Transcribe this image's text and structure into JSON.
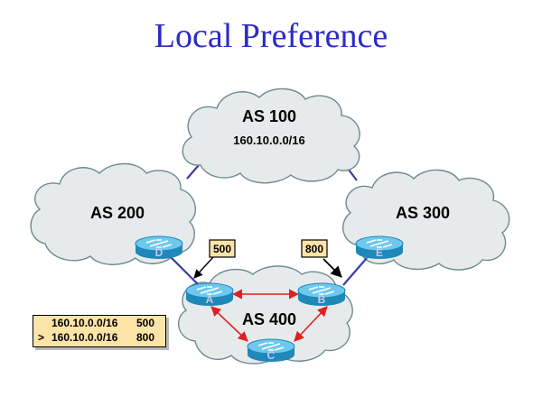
{
  "title": "Local Preference",
  "autonomous_systems": [
    {
      "id": "as100",
      "label": "AS 100",
      "prefix": "160.10.0.0/16"
    },
    {
      "id": "as200",
      "label": "AS 200"
    },
    {
      "id": "as300",
      "label": "AS 300"
    },
    {
      "id": "as400",
      "label": "AS 400"
    }
  ],
  "routers": [
    {
      "id": "A",
      "label": "A",
      "as": "AS 400"
    },
    {
      "id": "B",
      "label": "B",
      "as": "AS 400"
    },
    {
      "id": "C",
      "label": "C",
      "as": "AS 400"
    },
    {
      "id": "D",
      "label": "D",
      "as": "AS 200"
    },
    {
      "id": "E",
      "label": "E",
      "as": "AS 300"
    }
  ],
  "links": [
    {
      "from": "AS 100",
      "to": "AS 200",
      "type": "ebgp"
    },
    {
      "from": "AS 100",
      "to": "AS 300",
      "type": "ebgp"
    },
    {
      "from": "D",
      "to": "A",
      "type": "ebgp"
    },
    {
      "from": "E",
      "to": "B",
      "type": "ebgp"
    },
    {
      "from": "A",
      "to": "B",
      "type": "ibgp"
    },
    {
      "from": "A",
      "to": "C",
      "type": "ibgp"
    },
    {
      "from": "B",
      "to": "C",
      "type": "ibgp"
    }
  ],
  "callouts": [
    {
      "router": "A",
      "value": "500"
    },
    {
      "router": "B",
      "value": "800"
    }
  ],
  "route_table": {
    "rows": [
      {
        "marker": "",
        "prefix": "160.10.0.0/16",
        "local_pref": "500"
      },
      {
        "marker": ">",
        "prefix": "160.10.0.0/16",
        "local_pref": "800"
      }
    ]
  },
  "colors": {
    "title": "#2b2bc8",
    "cloud_fill": "#e6eaeb",
    "ebgp_link": "#3a3aa8",
    "ibgp_link": "#e02020",
    "callout_fill": "#fce4a8",
    "router_top": "#6ec8ee",
    "router_side": "#1e88b8"
  }
}
